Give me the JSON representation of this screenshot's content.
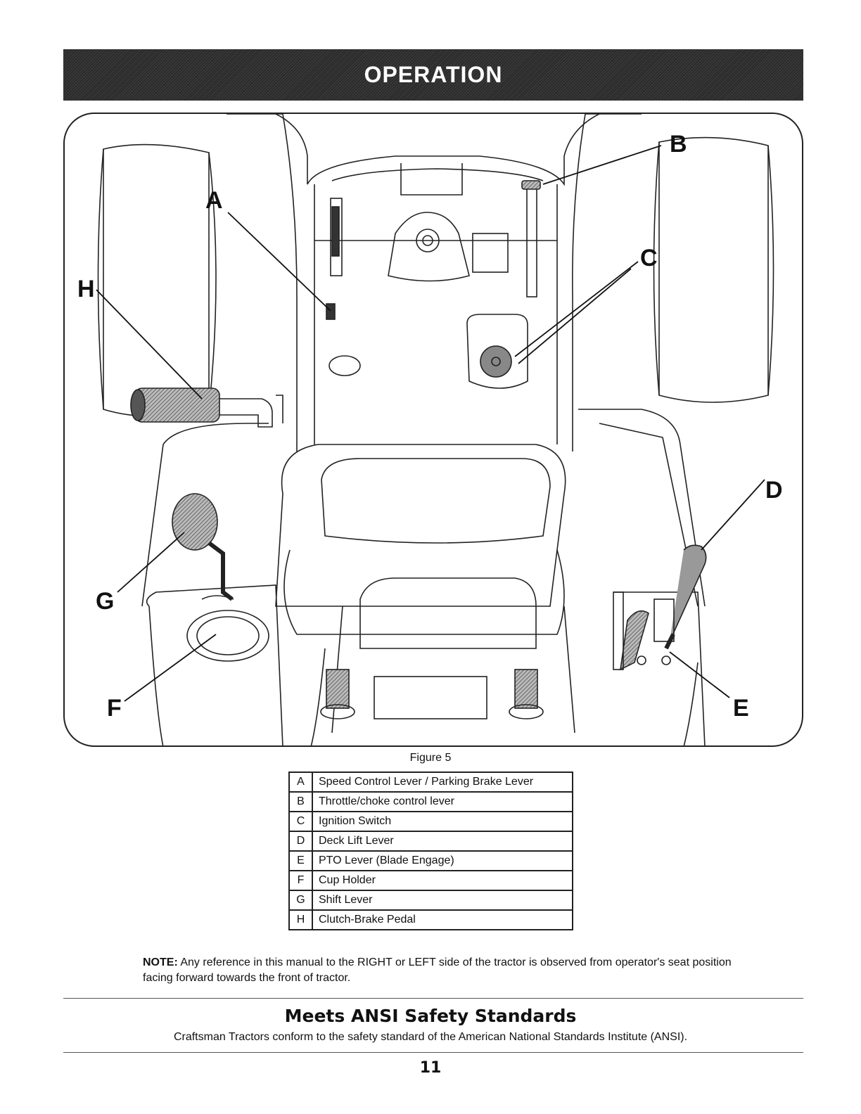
{
  "header": {
    "title": "OPERATION"
  },
  "figure": {
    "callouts": [
      "A",
      "B",
      "C",
      "D",
      "E",
      "F",
      "G",
      "H"
    ],
    "caption": "Figure 5"
  },
  "legend": {
    "rows": [
      {
        "key": "A",
        "label": "Speed Control Lever / Parking Brake Lever"
      },
      {
        "key": "B",
        "label": "Throttle/choke control lever"
      },
      {
        "key": "C",
        "label": "Ignition Switch"
      },
      {
        "key": "D",
        "label": "Deck Lift Lever"
      },
      {
        "key": "E",
        "label": "PTO Lever (Blade Engage)"
      },
      {
        "key": "F",
        "label": "Cup Holder"
      },
      {
        "key": "G",
        "label": "Shift Lever"
      },
      {
        "key": "H",
        "label": "Clutch-Brake Pedal"
      }
    ]
  },
  "note": {
    "label": "NOTE:",
    "text": "Any reference in this manual to the RIGHT or LEFT side of the tractor is observed from operator's seat position facing forward towards the front of tractor."
  },
  "ansi": {
    "title": "Meets ANSI Safety Standards",
    "text": "Craftsman Tractors conform to the safety standard of the American National Standards Institute (ANSI)."
  },
  "footer": {
    "page_number": "11"
  }
}
